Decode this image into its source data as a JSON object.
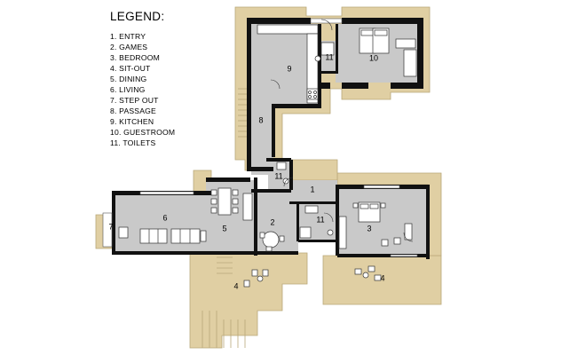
{
  "legend": {
    "title": "LEGEND:",
    "items": [
      "1. ENTRY",
      "2. GAMES",
      "3. BEDROOM",
      "4. SIT-OUT",
      "5. DINING",
      "6. LIVING",
      "7. STEP OUT",
      "8. PASSAGE",
      "9. KITCHEN",
      "10. GUESTROOM",
      "11. TOILETS"
    ]
  },
  "room_labels": {
    "entry": "1",
    "games": "2",
    "bedroom": "3",
    "sitout_left": "4",
    "sitout_right": "4",
    "dining": "5",
    "living": "6",
    "stepout": "7",
    "passage": "8",
    "kitchen": "9",
    "guestroom": "10",
    "toilet_top": "11",
    "toilet_mid": "11",
    "toilet_bedroom": "11"
  },
  "colors": {
    "terrace": "#e0cfa3",
    "terrace_edge": "#b9a77a",
    "floor": "#c9c9c9",
    "wall": "#111111",
    "furniture": "#ffffff"
  }
}
